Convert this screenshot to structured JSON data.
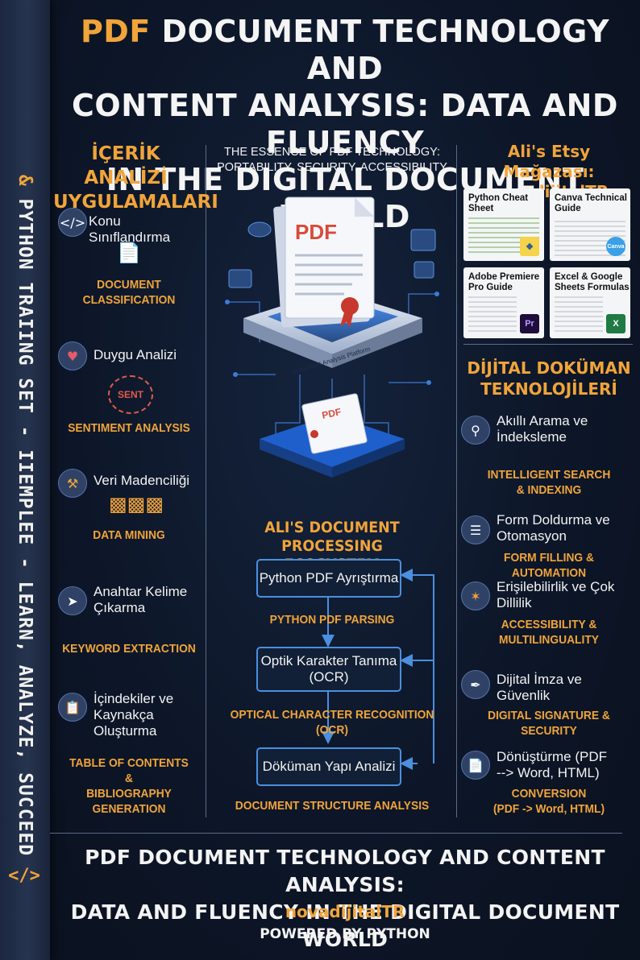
{
  "spine": {
    "text_amp": "&",
    "text": " PYTHON TRAIING SET - IIEMPLEE - LEARN, ANALYZE, SUCCEED",
    "icon": "</>"
  },
  "title": {
    "highlight": "PDF",
    "line1_rest": " DOCUMENT TECHNOLOGY AND",
    "line2": "CONTENT ANALYSIS: DATA AND FLUENCY",
    "line3": "IN THE DIGITAL DOCUMENT WORLD"
  },
  "left": {
    "heading_line1": "İÇERİK ANALİZİ",
    "heading_line2": "UYGULAMALARI",
    "items": [
      {
        "label": "Konu Sınıflandırma",
        "en": "DOCUMENT\nCLASSIFICATION",
        "icon": "code-icon"
      },
      {
        "label": "Duygu Analizi",
        "en": "SENTIMENT ANALYSIS",
        "icon": "heart-icon",
        "graphic": "SENT"
      },
      {
        "label": "Veri Madenciliği",
        "en": "DATA MINING",
        "icon": "pickaxe-icon"
      },
      {
        "label": "Anahtar Kelime\nÇıkarma",
        "en": "KEYWORD EXTRACTION",
        "icon": "rocket-icon"
      },
      {
        "label": "İçindekiler ve\nKaynakça\nOluşturma",
        "en": "TABLE OF CONTENTS\n&\nBIBLIOGRAPHY\nGENERATION",
        "icon": "clipboard-icon"
      }
    ]
  },
  "center": {
    "heading_line1": "THE ESSENCE OF PDF TECHNOLOGY:",
    "heading_line2": "PORTABILITY, SECURITY, ACCESSIBILITY",
    "pdf_label": "PDF",
    "platform_label": "Document Analysis Platform",
    "eco_line1": "ALI'S DOCUMENT PROCESSING",
    "eco_line2": "ECOSYSTEM",
    "flow": [
      {
        "box": "Python PDF Ayrıştırma",
        "en": "PYTHON PDF PARSING"
      },
      {
        "box": "Optik Karakter Tanıma\n(OCR)",
        "en": "OPTICAL CHARACTER RECOGNITION (OCR)"
      },
      {
        "box": "Döküman Yapı Analizi",
        "en": "DOCUMENT STRUCTURE ANALYSIS"
      }
    ]
  },
  "right": {
    "shop_line1": "Ali's Etsy Mağazası:",
    "shop_line2": "novadijitalTR",
    "cards": [
      {
        "title": "Python Cheat Sheet",
        "badge": ""
      },
      {
        "title": "Canva Technical\nGuide",
        "badge": "Canva"
      },
      {
        "title": "Adobe Premiere\nPro Guide",
        "badge": "Pr"
      },
      {
        "title": "Excel & Google\nSheets Formulas",
        "badge": "X"
      }
    ],
    "heading_line1": "DİJİTAL DOKÜMAN",
    "heading_line2": "TEKNOLOJİLERİ",
    "items": [
      {
        "label": "Akıllı Arama ve\nİndeksleme",
        "en": "INTELLIGENT SEARCH\n& INDEXING",
        "icon": "magnifier-icon"
      },
      {
        "label": "Form Doldurma ve\nOtomasyon",
        "en": "FORM FILLING & AUTOMATION",
        "icon": "form-icon"
      },
      {
        "label": "Erişilebilirlik ve Çok\nDillilik",
        "en": "ACCESSIBILITY &\nMULTILINGUALITY",
        "icon": "network-icon"
      },
      {
        "label": "Dijital İmza ve Güvenlik",
        "en": "DIGITAL SIGNATURE & SECURITY",
        "icon": "pen-icon"
      },
      {
        "label": "Dönüştürme (PDF\n--> Word, HTML)",
        "en": "CONVERSION\n(PDF -> Word, HTML)",
        "icon": "document-icon"
      }
    ]
  },
  "footer": {
    "title_line1": "PDF DOCUMENT TECHNOLOGY AND CONTENT ANALYSIS:",
    "title_line2": "DATA AND FLUENCY IN THE DIGITAL DOCUMENT WORLD",
    "brand": "novadijitalTR",
    "powered": "POWERED BY PYTHON"
  },
  "colors": {
    "accent": "#f0a43a",
    "background": "#0d1628",
    "flow_border": "#4a8fe0"
  }
}
